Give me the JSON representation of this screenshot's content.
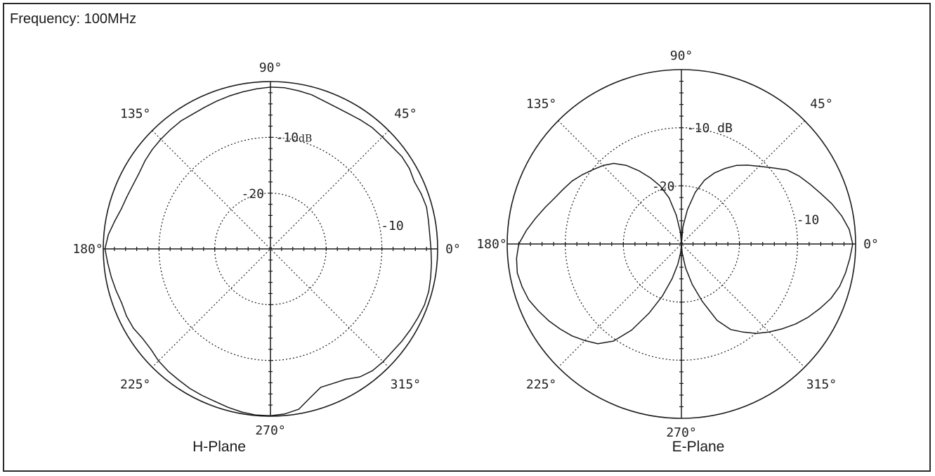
{
  "frequency_label": "Frequency: 100MHz",
  "chart_data": [
    {
      "type": "polar",
      "title": "H-Plane",
      "radial_unit": "dB",
      "rings_db": [
        0,
        -10,
        -20
      ],
      "rlim": [
        -30,
        0
      ],
      "ring_labels": [
        {
          "text": "-10",
          "unit": "dB",
          "db": -10,
          "angle": 88
        },
        {
          "text": "-20",
          "db": -20,
          "angle": 98
        },
        {
          "text": "-10",
          "db": -10,
          "angle": 12
        }
      ],
      "angle_labels": [
        "0°",
        "45°",
        "90°",
        "135°",
        "180°",
        "225°",
        "270°",
        "315°"
      ],
      "angle_ticks": [
        0,
        45,
        90,
        135,
        180,
        225,
        270,
        315
      ],
      "color": "#1a1a1a",
      "series": [
        {
          "angles": [
            0,
            5,
            10,
            15,
            20,
            25,
            30,
            35,
            40,
            45,
            50,
            55,
            60,
            65,
            70,
            75,
            80,
            85,
            90,
            95,
            100,
            105,
            110,
            115,
            120,
            125,
            130,
            135,
            140,
            145,
            150,
            155,
            160,
            165,
            170,
            175,
            180,
            185,
            190,
            195,
            200,
            205,
            210,
            215,
            220,
            225,
            230,
            235,
            240,
            245,
            250,
            255,
            260,
            265,
            270,
            275,
            280,
            285,
            290,
            295,
            300,
            305,
            310,
            315,
            320,
            325,
            330,
            335,
            340,
            345,
            350,
            355,
            360
          ],
          "values_db": [
            -1.2,
            -1.3,
            -1.2,
            -1.0,
            -1.2,
            -1.5,
            -1.2,
            -1.2,
            -1.5,
            -1.6,
            -1.6,
            -1.8,
            -2.0,
            -2.0,
            -1.8,
            -1.4,
            -1.2,
            -1.0,
            -1.0,
            -1.2,
            -1.4,
            -1.6,
            -1.8,
            -2.0,
            -2.1,
            -2.0,
            -2.1,
            -2.2,
            -2.3,
            -2.5,
            -2.8,
            -2.8,
            -2.6,
            -2.3,
            -1.6,
            -0.8,
            -0.3,
            -0.7,
            -1.0,
            -1.3,
            -1.6,
            -1.5,
            -1.6,
            -2.0,
            -2.0,
            -1.6,
            -1.4,
            -1.3,
            -1.1,
            -1.0,
            -0.9,
            -0.6,
            -0.3,
            -0.1,
            -0.1,
            -0.3,
            -0.8,
            -2.4,
            -3.6,
            -3.4,
            -3.0,
            -2.0,
            -1.5,
            -1.4,
            -1.4,
            -1.2,
            -1.0,
            -0.8,
            -0.6,
            -0.6,
            -0.8,
            -1.0,
            -1.2
          ]
        }
      ]
    },
    {
      "type": "polar",
      "title": "E-Plane",
      "radial_unit": "dB",
      "rings_db": [
        0,
        -10,
        -20
      ],
      "rlim": [
        -30,
        0
      ],
      "ring_labels": [
        {
          "text": "-10 dB",
          "db": -10,
          "angle": 88
        },
        {
          "text": "-20",
          "db": -20,
          "angle": 98
        },
        {
          "text": "-10",
          "db": -10,
          "angle": 12
        }
      ],
      "angle_labels": [
        "0°",
        "45°",
        "90°",
        "135°",
        "180°",
        "225°",
        "270°",
        "315°"
      ],
      "angle_ticks": [
        0,
        45,
        90,
        135,
        180,
        225,
        270,
        315
      ],
      "color": "#1a1a1a",
      "series": [
        {
          "angles": [
            0,
            5,
            10,
            15,
            20,
            25,
            30,
            35,
            40,
            45,
            50,
            55,
            60,
            65,
            70,
            75,
            80,
            85,
            90,
            95,
            100,
            105,
            110,
            115,
            120,
            125,
            130,
            135,
            140,
            145,
            150,
            155,
            160,
            165,
            170,
            175,
            180,
            185,
            190,
            195,
            200,
            205,
            210,
            215,
            220,
            225,
            230,
            235,
            240,
            245,
            250,
            255,
            260,
            265,
            270,
            275,
            280,
            285,
            290,
            295,
            300,
            305,
            310,
            315,
            320,
            325,
            330,
            335,
            340,
            345,
            350,
            355,
            360
          ],
          "values_db": [
            -0.5,
            -1.0,
            -2.0,
            -3.2,
            -4.5,
            -5.6,
            -6.6,
            -7.8,
            -9.6,
            -11.1,
            -12.3,
            -13.5,
            -15.0,
            -16.5,
            -18.3,
            -20.8,
            -24.0,
            -27.0,
            -30.0,
            -28.0,
            -25.0,
            -21.8,
            -19.4,
            -17.5,
            -15.5,
            -13.5,
            -11.9,
            -10.9,
            -10.1,
            -9.2,
            -8.3,
            -7.6,
            -6.8,
            -5.7,
            -4.5,
            -3.2,
            -2.0,
            -1.5,
            -1.3,
            -1.6,
            -2.0,
            -2.8,
            -3.6,
            -4.5,
            -5.4,
            -6.5,
            -7.6,
            -9.6,
            -12.9,
            -16.9,
            -20.5,
            -23.8,
            -26.5,
            -28.5,
            -30.0,
            -28.4,
            -25.8,
            -22.8,
            -19.5,
            -15.5,
            -13.0,
            -11.5,
            -9.9,
            -8.6,
            -7.3,
            -6.0,
            -4.8,
            -3.7,
            -2.6,
            -1.8,
            -1.3,
            -0.9,
            -0.5
          ]
        }
      ]
    }
  ]
}
